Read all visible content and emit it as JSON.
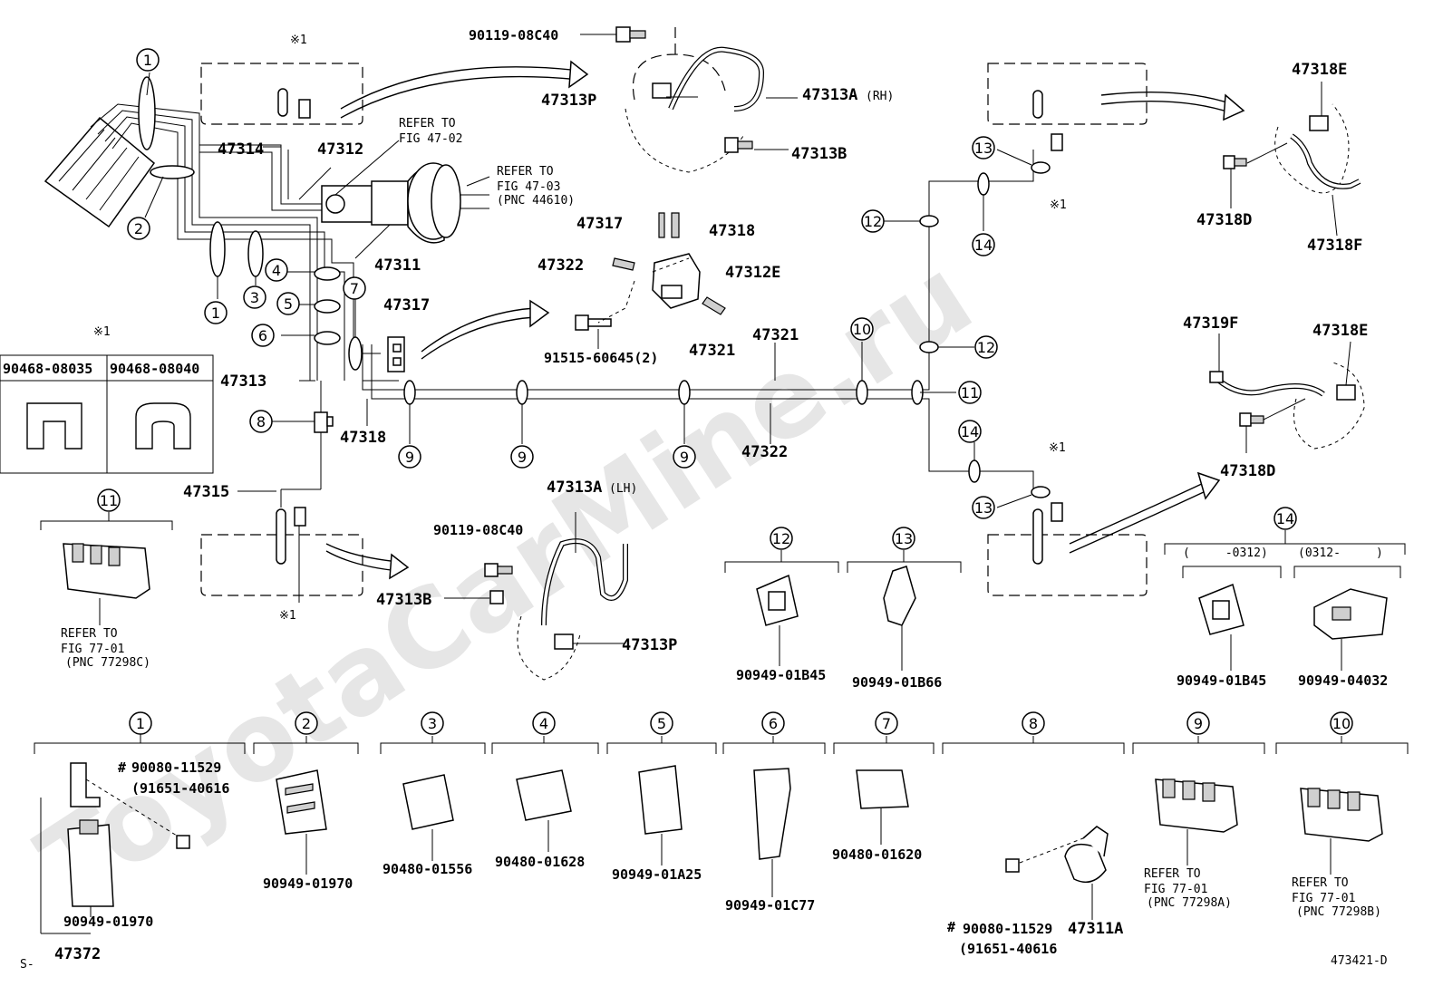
{
  "watermark": "ToyotaCarMine.ru",
  "labels": {
    "p90119_top": "90119-08C40",
    "p47313P_top": "47313P",
    "p47313A_rh": "47313A",
    "rh": "(RH)",
    "p47313B_top": "47313B",
    "star1_a": "※1",
    "p47314": "47314",
    "p47312": "47312",
    "refer_4702_a": "REFER TO",
    "refer_4702_b": "FIG 47-02",
    "refer_4703_a": "REFER TO",
    "refer_4703_b": "FIG 47-03",
    "refer_4703_c": "(PNC 44610)",
    "p47311": "47311",
    "p47317_a": "47317",
    "p47318_a": "47318",
    "p47322_a": "47322",
    "p47312E": "47312E",
    "p47321_a": "47321",
    "p91515": "91515-60645(2)",
    "p47317_b": "47317",
    "p47313": "47313",
    "p47318_b": "47318",
    "p47315": "47315",
    "p47321_b": "47321",
    "p47322_b": "47322",
    "star1_b": "※1",
    "p90468_a": "90468-08035",
    "p90468_b": "90468-08040",
    "p47313A_lh": "47313A",
    "lh": "(LH)",
    "p90119_bot": "90119-08C40",
    "p47313B_bot": "47313B",
    "p47313P_bot": "47313P",
    "star1_c": "※1",
    "refer_7701_a1": "REFER TO",
    "refer_7701_a2": "FIG 77-01",
    "refer_7701_a3": "(PNC 77298C)",
    "p47318E_a": "47318E",
    "p47318D_a": "47318D",
    "p47318F": "47318F",
    "star1_d": "※1",
    "p47319F": "47319F",
    "p47318E_b": "47318E",
    "p47318D_b": "47318D",
    "star1_e": "※1",
    "p90949_01B45_a": "90949-01B45",
    "p90949_01B66": "90949-01B66",
    "range_a": "(　　　-0312)",
    "range_b": "(0312-　　　)",
    "p90949_01B45_b": "90949-01B45",
    "p90949_04032": "90949-04032",
    "hash_a": "#",
    "p90080_a": "90080-11529",
    "p91651_a": "(91651-40616",
    "p90949_01970_a": "90949-01970",
    "p47372": "47372",
    "p90949_01970_b": "90949-01970",
    "p90480_01556": "90480-01556",
    "p90480_01628": "90480-01628",
    "p90949_01A25": "90949-01A25",
    "p90949_01C77": "90949-01C77",
    "p90480_01620": "90480-01620",
    "hash_b": "#",
    "p90080_b": "90080-11529",
    "p47311A": "47311A",
    "p91651_b": "(91651-40616",
    "refer_7701_b1": "REFER TO",
    "refer_7701_b2": "FIG 77-01",
    "refer_7701_b3": "(PNC 77298A)",
    "refer_7701_c1": "REFER TO",
    "refer_7701_c2": "FIG 77-01",
    "refer_7701_c3": "(PNC 77298B)",
    "s_mark": "S-",
    "fig_code": "473421-D"
  },
  "callouts": {
    "c1": "1",
    "c2": "2",
    "c3": "3",
    "c4": "4",
    "c5": "5",
    "c6": "6",
    "c7": "7",
    "c8": "8",
    "c9": "9",
    "c10": "10",
    "c11": "11",
    "c12": "12",
    "c13": "13",
    "c14": "14"
  }
}
